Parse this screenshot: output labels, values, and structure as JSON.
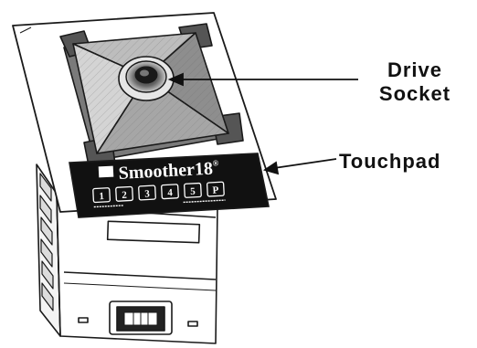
{
  "labels": {
    "drive_socket_line1": "Drive",
    "drive_socket_line2": "Socket",
    "touchpad": "Touchpad"
  },
  "device": {
    "brand": "Smoother18",
    "trademark": "®",
    "keys": [
      "1",
      "2",
      "3",
      "4",
      "5",
      "P"
    ]
  },
  "colors": {
    "outline": "#1a1a1a",
    "panel_dark": "#111111",
    "panel_text": "#ffffff",
    "background": "#ffffff"
  }
}
